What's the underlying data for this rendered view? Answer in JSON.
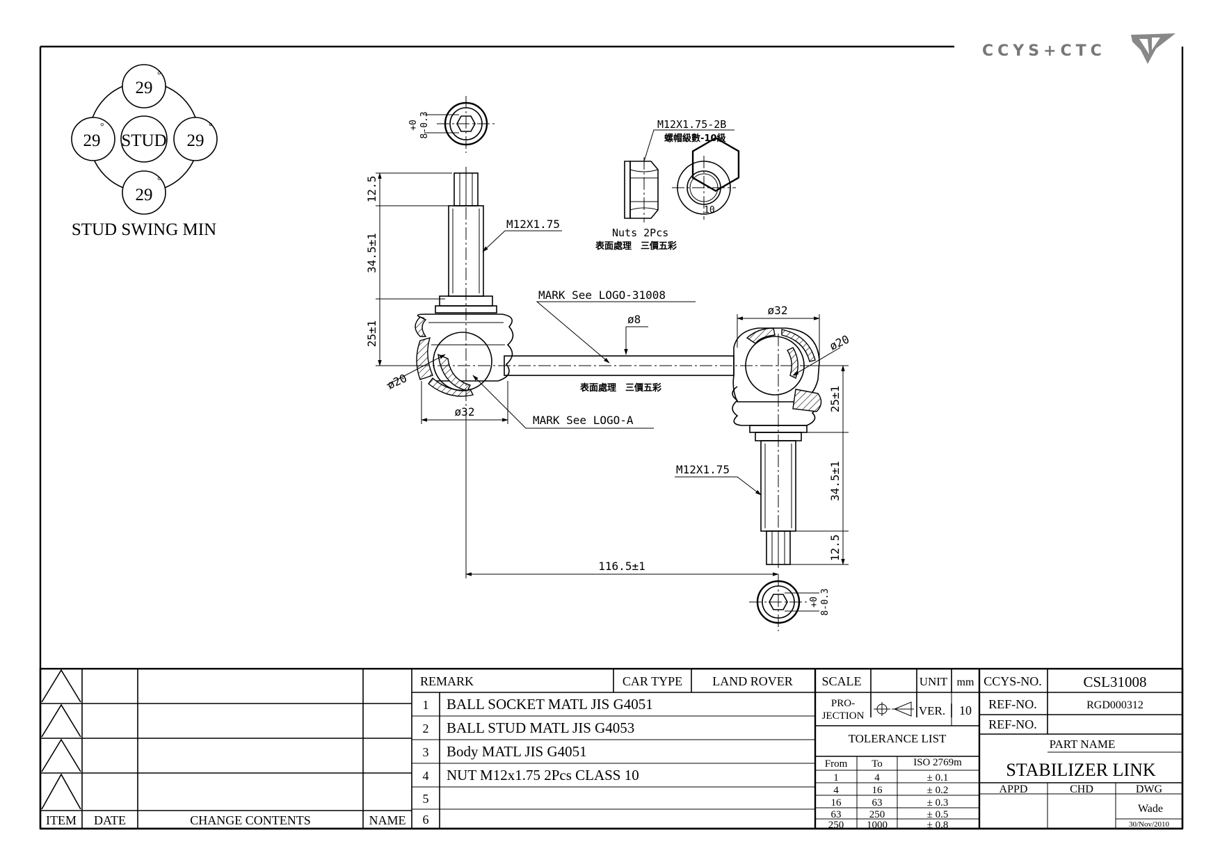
{
  "brand": {
    "logo_text": "CCYS+CTC"
  },
  "stud_swing": {
    "title": "STUD SWING MIN",
    "center_label": "STUD",
    "top": "29",
    "left": "29",
    "right": "29",
    "bottom": "29",
    "degree_mark": "°"
  },
  "callouts": {
    "nut_thread": "M12X1.75-2B",
    "nut_grade": "螺帽級數-10級",
    "nut_hex_size": "10",
    "nuts_qty": "Nuts 2Pcs",
    "surface_treatment_nut": "表面處理　三價五彩",
    "surface_treatment_body": "表面處理　三價五彩",
    "thread_top": "M12X1.75",
    "thread_bottom": "M12X1.75",
    "mark_logo_main": "MARK See LOGO-31008",
    "mark_logo_a": "MARK See LOGO-A",
    "rod_dia": "ø8",
    "dia32_top": "ø32",
    "dia32_bottom": "ø32",
    "dia20_left": "ø20",
    "dia20_right": "ø20",
    "dim_12_5_top": "12.5",
    "dim_34_5_top": "34.5±1",
    "dim_25_top": "25±1",
    "dim_25_bottom": "25±1",
    "dim_34_5_bottom": "34.5±1",
    "dim_12_5_bottom": "12.5",
    "dim_length": "116.5±1",
    "hex_tol_top": "+0\n8-0.3",
    "hex_tol_top_a": "+0",
    "hex_tol_top_b": "8-0.3",
    "hex_tol_bottom_a": "+0",
    "hex_tol_bottom_b": "8-0.3"
  },
  "revision_table": {
    "headers": {
      "item": "ITEM",
      "date": "DATE",
      "change": "CHANGE CONTENTS",
      "name": "NAME"
    }
  },
  "remark_table": {
    "remark_label": "REMARK",
    "car_type_label": "CAR TYPE",
    "car_type_value": "LAND ROVER",
    "rows": [
      {
        "no": "1",
        "text": "BALL SOCKET MATL JIS G4051"
      },
      {
        "no": "2",
        "text": "BALL STUD MATL JIS G4053"
      },
      {
        "no": "3",
        "text": "Body MATL JIS G4051"
      },
      {
        "no": "4",
        "text": "NUT M12x1.75 2Pcs CLASS 10"
      },
      {
        "no": "5",
        "text": ""
      },
      {
        "no": "6",
        "text": ""
      }
    ]
  },
  "spec_table": {
    "scale_label": "SCALE",
    "unit_label": "UNIT",
    "unit_value": "mm",
    "projection_label_a": "PRO-",
    "projection_label_b": "JECTION",
    "ver_label": "VER.",
    "ver_value": "10",
    "tolerance_title": "TOLERANCE LIST",
    "tol_headers": {
      "from": "From",
      "to": "To",
      "iso": "ISO 2769m"
    },
    "tol_rows": [
      {
        "from": "1",
        "to": "4",
        "tol": "± 0.1"
      },
      {
        "from": "4",
        "to": "16",
        "tol": "± 0.2"
      },
      {
        "from": "16",
        "to": "63",
        "tol": "± 0.3"
      },
      {
        "from": "63",
        "to": "250",
        "tol": "± 0.5"
      },
      {
        "from": "250",
        "to": "1000",
        "tol": "± 0.8"
      }
    ]
  },
  "title_block": {
    "ccys_no_label": "CCYS-NO.",
    "ccys_no_value": "CSL31008",
    "ref_no_label_1": "REF-NO.",
    "ref_no_value_1": "RGD000312",
    "ref_no_label_2": "REF-NO.",
    "ref_no_value_2": "",
    "part_name_label": "PART NAME",
    "part_name_value": "STABILIZER LINK",
    "appd_label": "APPD",
    "chd_label": "CHD",
    "dwg_label": "DWG",
    "dwg_name": "Wade",
    "dwg_date": "30/Nov/2010"
  }
}
